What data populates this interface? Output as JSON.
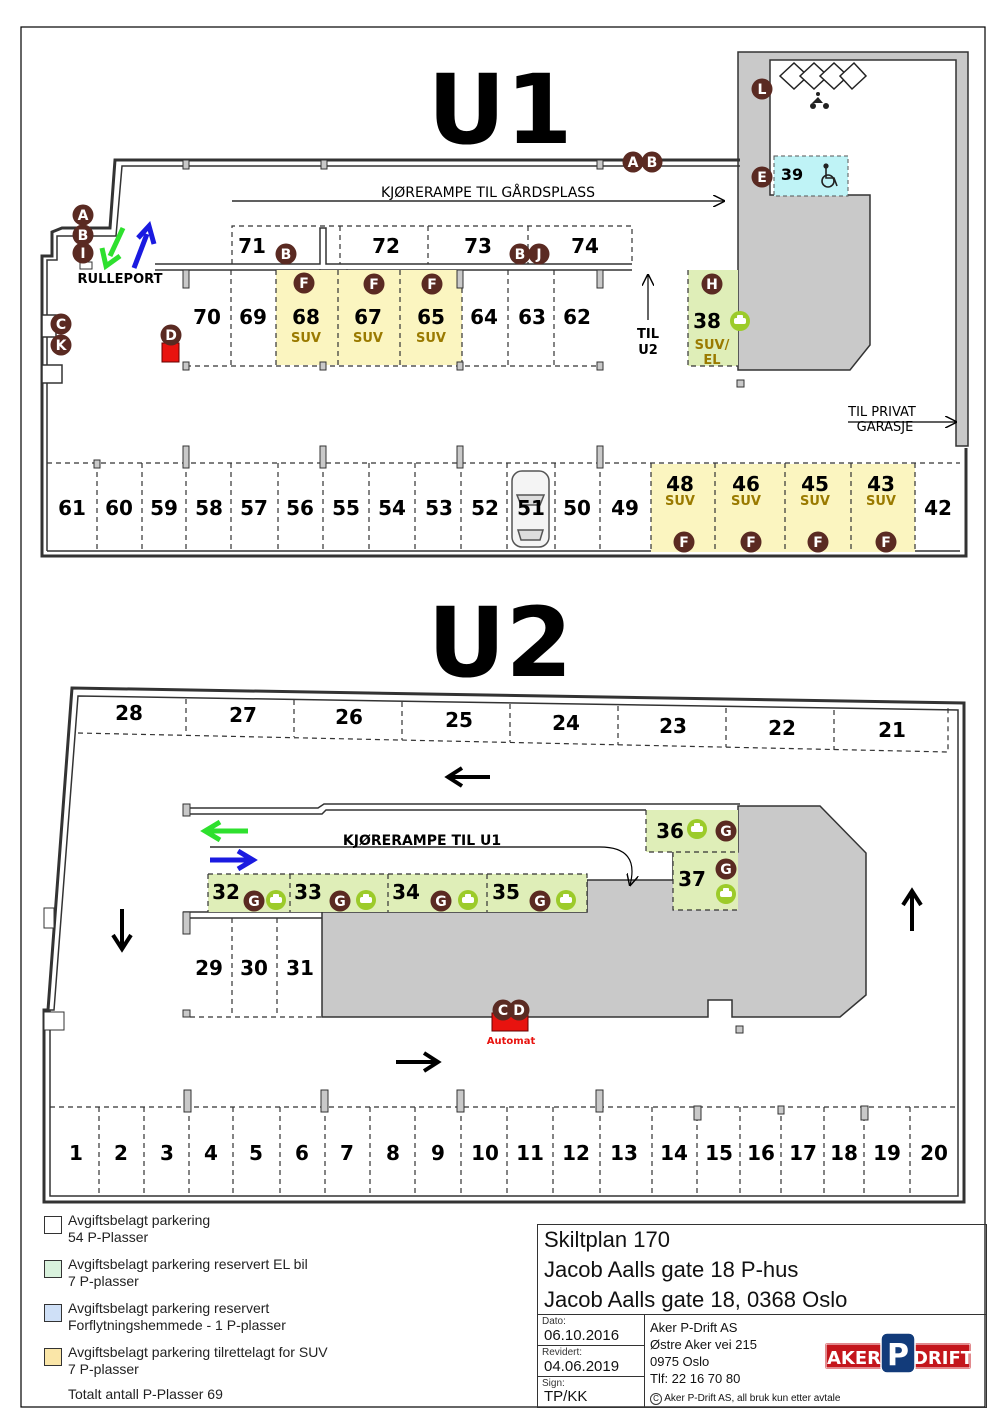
{
  "levels": {
    "u1": {
      "title": "U1",
      "ramp_label": "KJØRERAMPE TIL GÅRDSPLASS",
      "rolleport_label": "RULLEPORT",
      "til_u2": [
        "TIL",
        "U2"
      ],
      "til_garasje": [
        "TIL PRIVAT",
        "GARASJE"
      ],
      "top_row": [
        "71",
        "72",
        "73",
        "74"
      ],
      "mid_row": [
        "70",
        "69",
        "68",
        "67",
        "65",
        "64",
        "63",
        "62"
      ],
      "suv_label": "SUV",
      "space_38": "38",
      "space_38_label": [
        "SUV/",
        "EL"
      ],
      "space_39": "39",
      "bottom_row": [
        "61",
        "60",
        "59",
        "58",
        "57",
        "56",
        "55",
        "54",
        "53",
        "52",
        "51",
        "50",
        "49",
        "48",
        "46",
        "45",
        "43",
        "42"
      ]
    },
    "u2": {
      "title": "U2",
      "ramp_label": "KJØRERAMPE TIL U1",
      "automat_label": "Automat",
      "top_row": [
        "28",
        "27",
        "26",
        "25",
        "24",
        "23",
        "22",
        "21"
      ],
      "el_row": [
        "32",
        "33",
        "34",
        "35"
      ],
      "el_block": [
        "36",
        "37"
      ],
      "small_row": [
        "29",
        "30",
        "31"
      ],
      "bottom_row": [
        "1",
        "2",
        "3",
        "4",
        "5",
        "6",
        "7",
        "8",
        "9",
        "10",
        "11",
        "12",
        "13",
        "14",
        "15",
        "16",
        "17",
        "18",
        "19",
        "20"
      ]
    }
  },
  "markers": {
    "A": "A",
    "B": "B",
    "C": "C",
    "D": "D",
    "E": "E",
    "F": "F",
    "G": "G",
    "H": "H",
    "I": "I",
    "J": "J",
    "K": "K",
    "L": "L"
  },
  "legend": [
    {
      "title": "Avgiftsbelagt parkering",
      "sub": "54 P-Plasser",
      "color": "#ffffff"
    },
    {
      "title": "Avgiftsbelagt parkering reservert EL bil",
      "sub": "7 P-plasser",
      "color": "#d9f2dd"
    },
    {
      "title": "Avgiftsbelagt parkering reservert",
      "sub": "Forflytningshemmede - 1 P-plasser",
      "color": "#cfe0f7"
    },
    {
      "title": "Avgiftsbelagt parkering tilrettelagt for SUV",
      "sub": "7 P-plasser",
      "color": "#fae6a8"
    }
  ],
  "legend_total": "Totalt antall P-Plasser 69",
  "title_block": {
    "line1": "Skiltplan 170",
    "line2": "Jacob Aalls gate 18 P-hus",
    "line3": "Jacob Aalls gate 18, 0368 Oslo",
    "dato_label": "Dato:",
    "dato": "06.10.2016",
    "revidert_label": "Revidert:",
    "revidert": "04.06.2019",
    "sign_label": "Sign:",
    "sign": "TP/KK",
    "company": [
      "Aker P-Drift AS",
      "Østre Aker vei 215",
      "0975 Oslo",
      "Tlf: 22 16 70 80"
    ],
    "copyright": "Aker P-Drift AS, all bruk kun etter avtale",
    "copyright_symbol": "C",
    "logo_left": "AKER",
    "logo_mid": "P",
    "logo_right": "DRIFT"
  },
  "colors": {
    "suv": "#fbf5c0",
    "el": "#dfeeb8",
    "hc": "#bff3f6",
    "marker": "#5a2a22",
    "el_icon": "#9ccb2a",
    "red": "#e8130f",
    "wall": "#c9c9c9",
    "logo_red": "#c4161c",
    "logo_blue": "#123b7a"
  }
}
